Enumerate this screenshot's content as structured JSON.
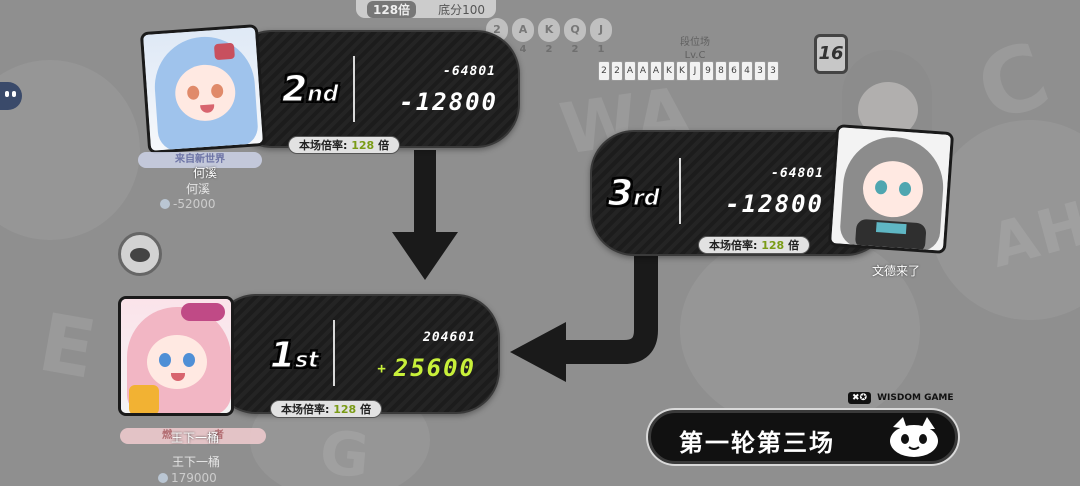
{
  "top_hud": {
    "multiplier": "128倍",
    "base_score": "底分100",
    "rank_label": "段位场",
    "rank_level": "Lv.C",
    "hand_cards": [
      {
        "rank": "2",
        "count": "2"
      },
      {
        "rank": "A",
        "count": "4"
      },
      {
        "rank": "K",
        "count": "2"
      },
      {
        "rank": "Q",
        "count": "2"
      },
      {
        "rank": "J",
        "count": "1"
      }
    ],
    "mini_cards": [
      "2",
      "2",
      "A",
      "A",
      "A",
      "K",
      "K",
      "J",
      "9",
      "8",
      "6",
      "4",
      "3",
      "3"
    ],
    "badge_number": "16"
  },
  "players": [
    {
      "rank_num": "2",
      "rank_suffix": "nd",
      "total": "-64801",
      "delta": "-12800",
      "multiplier_label": "本场倍率:",
      "multiplier_value": "128",
      "multiplier_unit": "倍",
      "name": "何溪",
      "title_tag": "来自新世界",
      "faded_name": "何溪",
      "faded_score": "-52000",
      "avatar_color": "#9fc3ec"
    },
    {
      "rank_num": "3",
      "rank_suffix": "rd",
      "total": "-64801",
      "delta": "-12800",
      "multiplier_label": "本场倍率:",
      "multiplier_value": "128",
      "multiplier_unit": "倍",
      "name": "文德来了",
      "avatar_color": "#9a9a9a"
    },
    {
      "rank_num": "1",
      "rank_suffix": "st",
      "total": "204601",
      "delta_sign": "+",
      "delta": "25600",
      "multiplier_label": "本场倍率:",
      "multiplier_value": "128",
      "multiplier_unit": "倍",
      "name": "王下一桶",
      "title_tag": "燃",
      "title_tag_tail": "者",
      "faded_name": "王下一桶",
      "faded_score": "179000",
      "avatar_color": "#f2b6c4"
    }
  ],
  "round_banner": {
    "text": "第一轮第三场",
    "brand": "WISDOM GAME"
  },
  "colors": {
    "panel": "#1c1c1c",
    "win_accent": "#c8f03a",
    "multiplier_accent": "#7a9b16"
  }
}
